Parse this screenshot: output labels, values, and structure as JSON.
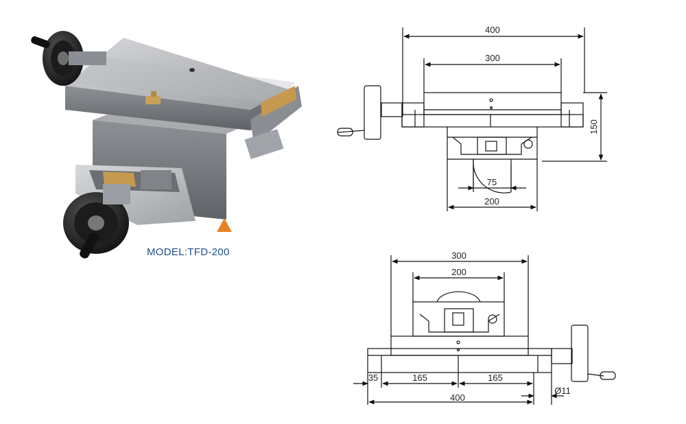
{
  "model_label": "MODEL:TFD-200",
  "accent_color": "#e9812a",
  "label_color": "#1e4f8c",
  "front_view": {
    "dim_overall_length": "400",
    "dim_table_length": "300",
    "dim_height": "150",
    "dim_slide_inner": "75",
    "dim_base_width": "200"
  },
  "side_view": {
    "dim_table_width": "300",
    "dim_slide_width": "200",
    "dim_end": "35",
    "dim_slot_left": "165",
    "dim_slot_right": "165",
    "dim_overall": "400",
    "dim_hole": "Ø11"
  },
  "icons": [
    "handwheel-icon",
    "cross-slide-table-photo",
    "warning-triangle-icon"
  ]
}
